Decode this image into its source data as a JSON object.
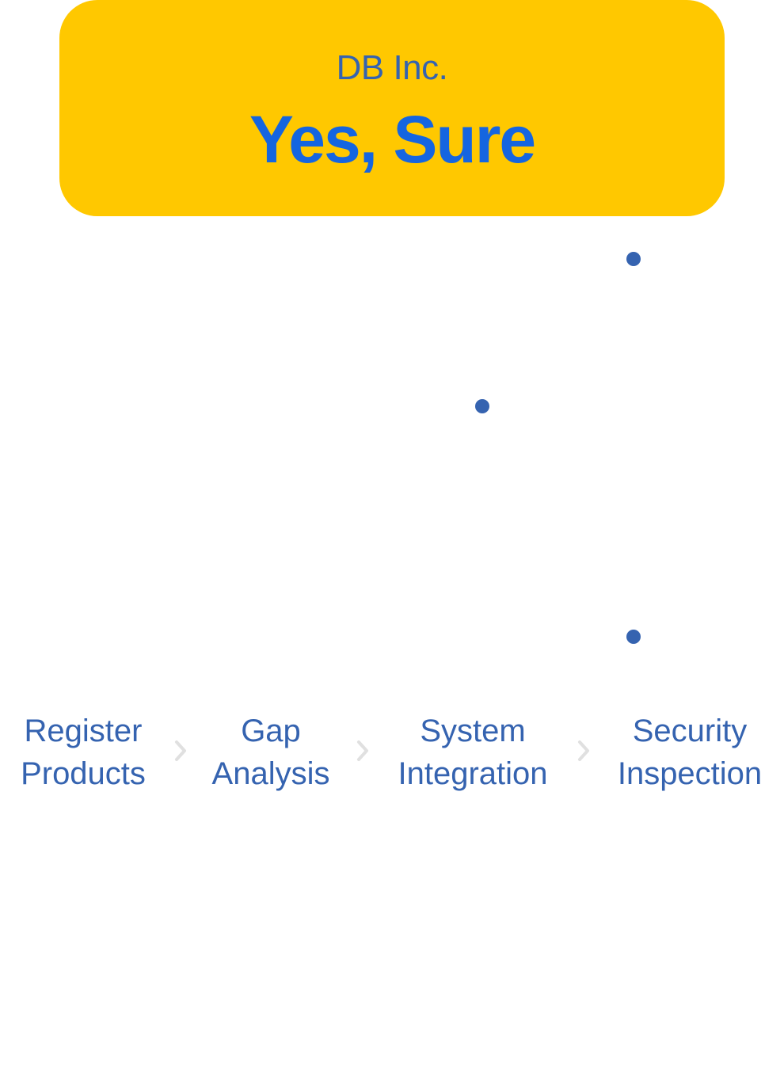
{
  "banner": {
    "company": "DB Inc.",
    "slogan": "Yes, Sure",
    "background_color": "#ffc800",
    "company_color": "#3563b0",
    "slogan_color": "#1565e0"
  },
  "decorations": {
    "dot_color": "#3563b0",
    "dots": [
      "dot",
      "dot",
      "dot"
    ]
  },
  "process": {
    "text_color": "#3563b0",
    "separator_icon": "chevron-right-icon",
    "separator_color": "#e0e0e0",
    "steps": [
      {
        "line1": "Register",
        "line2": "Products"
      },
      {
        "line1": "Gap",
        "line2": "Analysis"
      },
      {
        "line1": "System",
        "line2": "Integration"
      },
      {
        "line1": "Security",
        "line2": "Inspection"
      }
    ]
  }
}
